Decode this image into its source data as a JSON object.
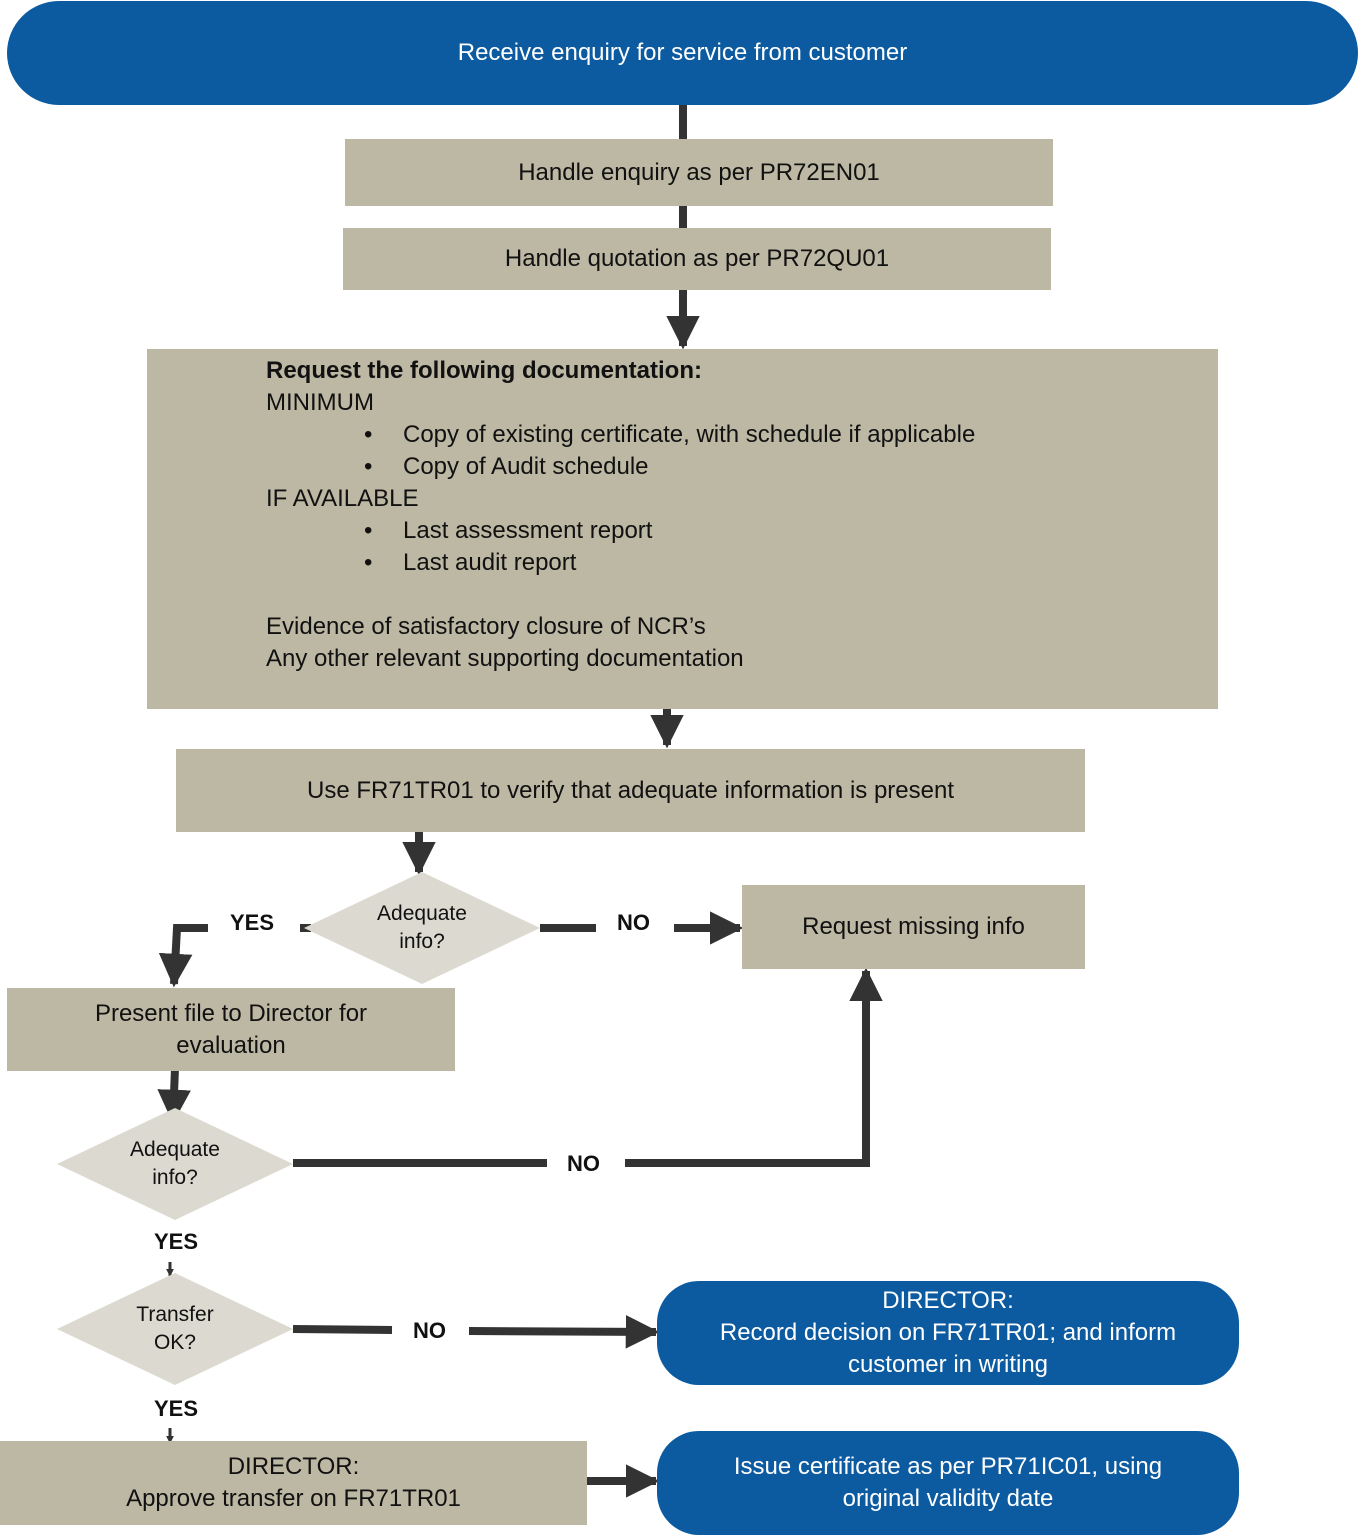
{
  "colors": {
    "box": "#bdb8a4",
    "terminal": "#0c5aa0",
    "decision": "#dcdad0",
    "connector": "#333333"
  },
  "nodes": {
    "start": "Receive enquiry for service from customer",
    "enquiry": "Handle enquiry as per PR72EN01",
    "quotation": "Handle quotation as per PR72QU01",
    "documentation": {
      "heading": "Request the following documentation:",
      "minimum_label": "MINIMUM",
      "minimum_items": [
        "Copy of existing certificate, with schedule if applicable",
        "Copy of Audit schedule"
      ],
      "available_label": "IF AVAILABLE",
      "available_items": [
        "Last assessment report",
        "Last audit report"
      ],
      "extra_lines": [
        "Evidence of satisfactory closure of NCR’s",
        "Any other relevant supporting documentation"
      ]
    },
    "verify": "Use FR71TR01 to verify that adequate information is present",
    "decision1": [
      "Adequate",
      "info?"
    ],
    "missing": "Request missing info",
    "present": [
      "Present file to Director for",
      "evaluation"
    ],
    "decision2": [
      "Adequate",
      "info?"
    ],
    "decision3": [
      "Transfer",
      "OK?"
    ],
    "record": [
      "DIRECTOR:",
      "Record decision on FR71TR01; and inform",
      "customer in writing"
    ],
    "approve": [
      "DIRECTOR:",
      "Approve transfer on FR71TR01"
    ],
    "issue": [
      "Issue certificate as per PR71IC01, using",
      "original validity date"
    ]
  },
  "edge_labels": {
    "d1_yes": "YES",
    "d1_no": "NO",
    "d2_no": "NO",
    "d2_yes": "YES",
    "d3_no": "NO",
    "d3_yes": "YES"
  }
}
